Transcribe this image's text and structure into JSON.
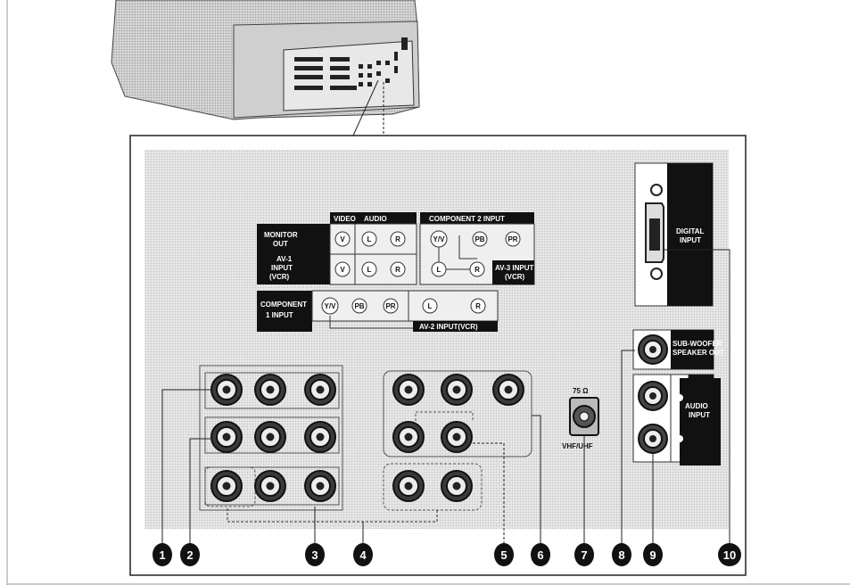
{
  "panel_labels": {
    "video": "VIDEO",
    "audio": "AUDIO",
    "monitor_out": [
      "MONITOR",
      "OUT"
    ],
    "av1_input": [
      "AV-1",
      "INPUT",
      "(VCR)"
    ],
    "component2_input": "COMPONENT 2 INPUT",
    "av3_input": [
      "AV-3 INPUT",
      "(VCR)"
    ],
    "component1_input": [
      "COMPONENT",
      "1 INPUT"
    ],
    "av2_input": "AV-2 INPUT(VCR)",
    "digital_input": [
      "DIGITAL",
      "INPUT"
    ],
    "subwoofer_out": [
      "SUB-WOOFER",
      "SPEAKER OUT"
    ],
    "audio_input": [
      "AUDIO",
      "INPUT"
    ],
    "ohm": "75 Ω",
    "vhf_uhf": "VHF/UHF"
  },
  "jack_letters": {
    "v": "V",
    "l": "L",
    "r": "R",
    "yv": "Y/V",
    "pb": "PB",
    "pr": "PR"
  },
  "callouts": [
    "1",
    "2",
    "3",
    "4",
    "5",
    "6",
    "7",
    "8",
    "9",
    "10"
  ],
  "colors": {
    "panel_bg": "#e4e4e4",
    "label_bg": "#111111",
    "line": "#222222"
  }
}
